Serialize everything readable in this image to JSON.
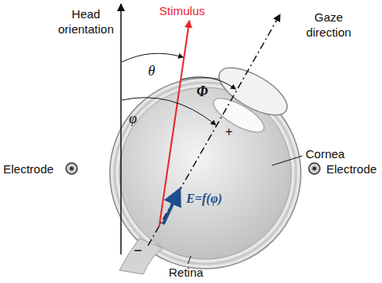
{
  "diagram": {
    "labels": [
      "Head orientation",
      "Stimulus",
      "Gaze direction",
      "θ",
      "Φ",
      "φ",
      "+",
      "Cornea",
      "Electrode",
      "Electrode",
      "E=f(φ)",
      "−",
      "Retina"
    ]
  }
}
